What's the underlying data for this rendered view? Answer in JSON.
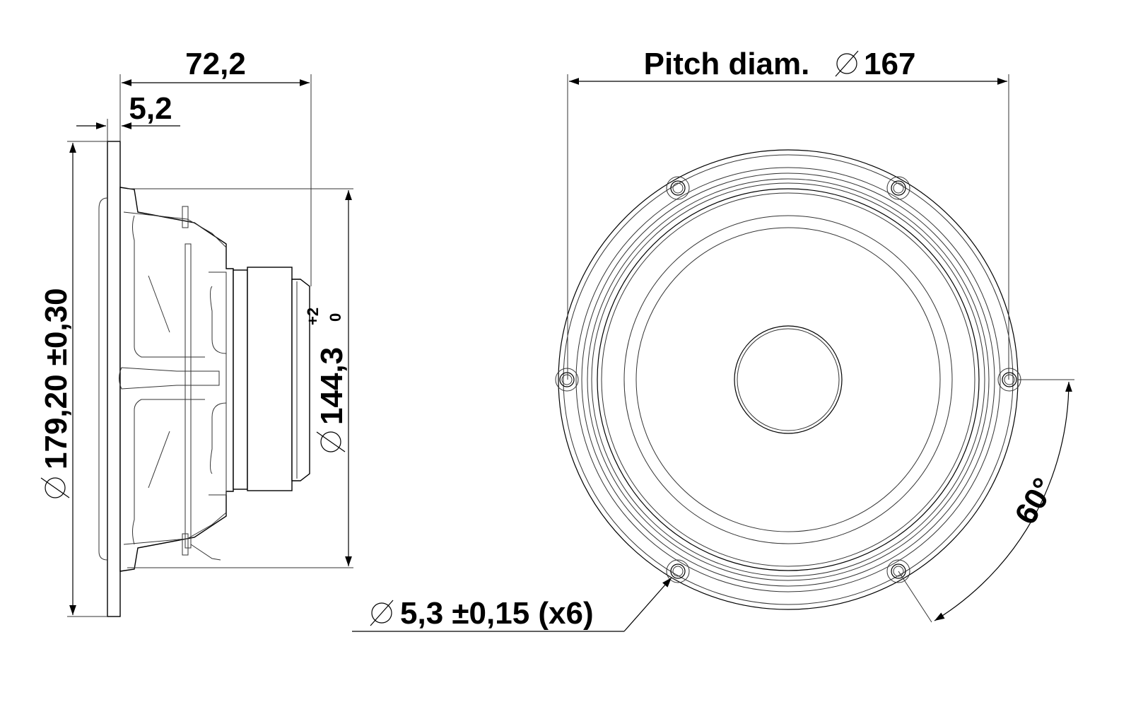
{
  "side_view": {
    "overall_depth": "72,2",
    "flange_thickness": "5,2",
    "outer_diameter": "179,20 ±0,30",
    "cutout_diameter": "144,3",
    "cutout_tol_upper": "+2",
    "cutout_tol_lower": "0"
  },
  "front_view": {
    "pitch_label": "Pitch diam.",
    "pitch_value": "167",
    "hole_spec": "5,3 ±0,15 (x6)",
    "hole_angle": "60°"
  },
  "icons": [
    "diameter-symbol-icon"
  ],
  "colors": {
    "line": "#000000",
    "background": "#ffffff"
  }
}
